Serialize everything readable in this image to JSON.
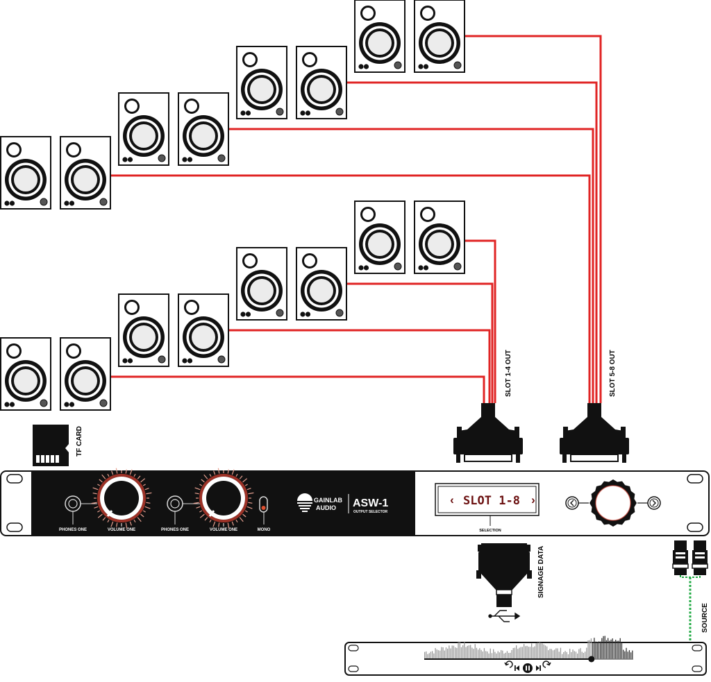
{
  "colors": {
    "cable_red": "#e02424",
    "source_green": "#22aa44",
    "panel_black": "#111111",
    "slot_text": "#6b1010",
    "glow": "#d94030"
  },
  "labels": {
    "tf_card": "TF CARD",
    "slot_1_4_out": "SLOT 1-4 OUT",
    "slot_5_8_out": "SLOT 5-8 OUT",
    "signage_data": "SIGNAGE DATA",
    "source": "SOURCE",
    "selection": "SELECTION"
  },
  "panel": {
    "phones_one_a": "PHONES ONE",
    "volume_one_a": "VOLUME ONE",
    "phones_one_b": "PHONES ONE",
    "volume_one_b": "VOLUME ONE",
    "mono": "MONO",
    "brand_line1": "GAINLAB",
    "brand_line2": "AUDIO",
    "model": "ASW-1",
    "model_sub": "OUTPUT SELECTOR",
    "slot_display": "SLOT 1-8",
    "prev_arrow": "‹",
    "next_arrow": "›"
  },
  "player": {
    "icons": [
      "replay-icon",
      "previous-icon",
      "pause-icon",
      "next-icon",
      "forward-icon"
    ],
    "progress": 0.8
  }
}
